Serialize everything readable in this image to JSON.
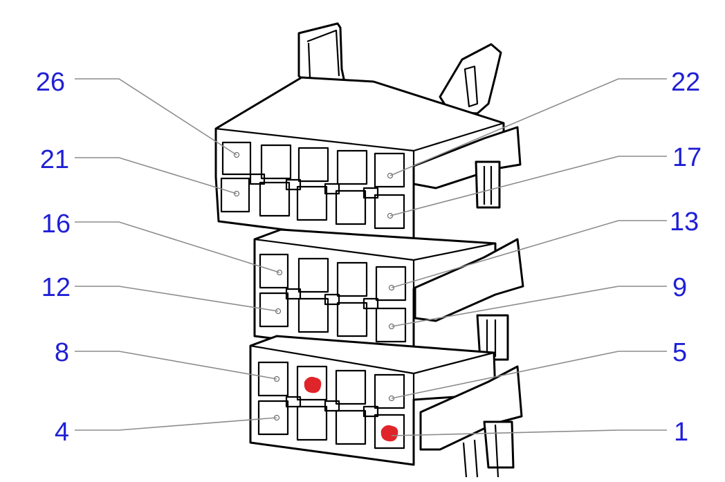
{
  "colors": {
    "label": "#1f1fd6",
    "leader": "#8c8c8c",
    "outline": "#000000",
    "marker": "#e0252a"
  },
  "labels": {
    "left": [
      "26",
      "21",
      "16",
      "12",
      "8",
      "4"
    ],
    "right": [
      "22",
      "17",
      "13",
      "9",
      "5",
      "1"
    ]
  },
  "marked_terminals": [
    "1"
  ]
}
